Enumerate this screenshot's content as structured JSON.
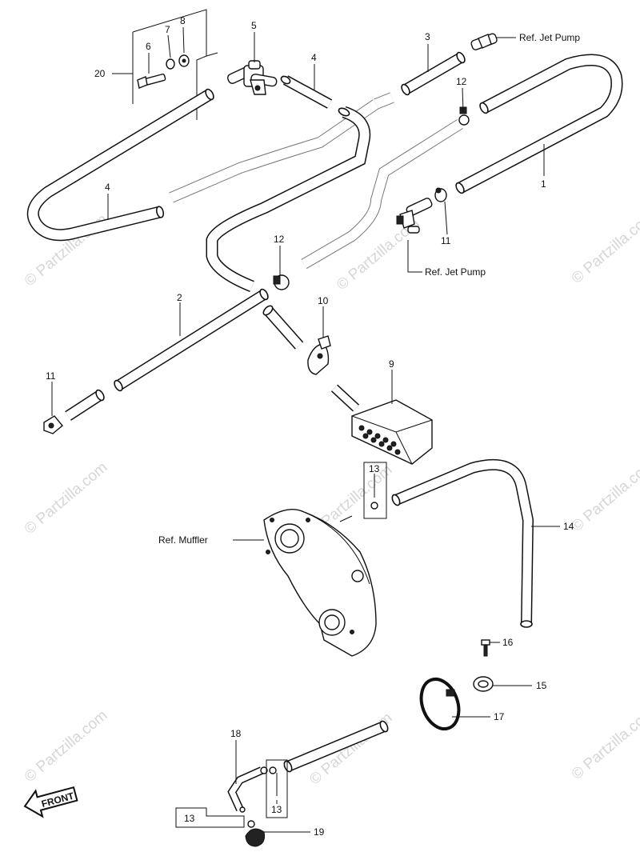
{
  "watermark": "© Partzilla.com",
  "ref_labels": {
    "jet_pump_top": "Ref. Jet Pump",
    "jet_pump_mid": "Ref. Jet Pump",
    "muffler": "Ref. Muffler"
  },
  "front_label": "FRONT",
  "callouts": {
    "c1": "1",
    "c2": "2",
    "c3": "3",
    "c4a": "4",
    "c4b": "4",
    "c5": "5",
    "c6": "6",
    "c7": "7",
    "c8": "8",
    "c9": "9",
    "c10": "10",
    "c11a": "11",
    "c11b": "11",
    "c12a": "12",
    "c12b": "12",
    "c13a": "13",
    "c13b": "13",
    "c13c": "13",
    "c14": "14",
    "c15": "15",
    "c16": "16",
    "c17": "17",
    "c18": "18",
    "c19": "19",
    "c20": "20"
  }
}
